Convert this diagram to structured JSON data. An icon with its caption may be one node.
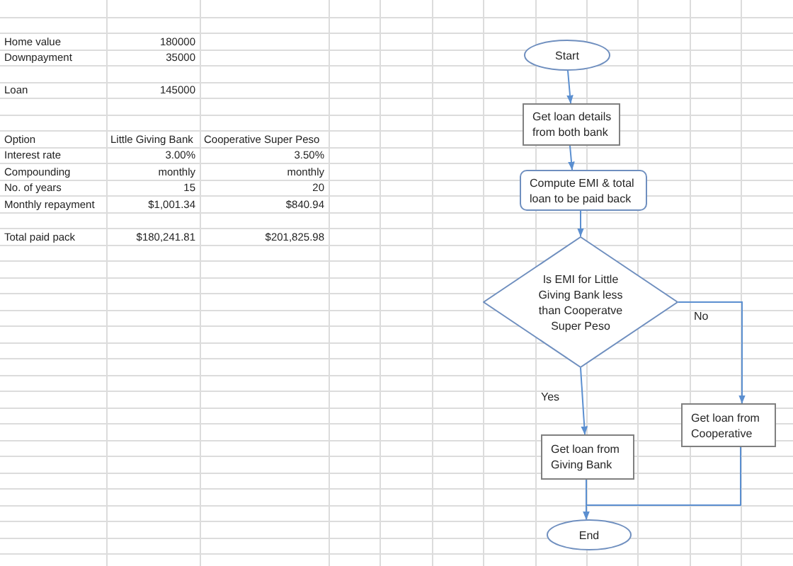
{
  "diagram": {
    "nodes": [
      {
        "text": [
          "Start"
        ]
      },
      {
        "text": [
          "Get loan details from both bank"
        ]
      },
      {
        "text": [
          "Compute EMI & total loan to be paid back"
        ]
      },
      {
        "text": [
          "Is EMI for Little Giving Bank less than Cooperatve Super Peso"
        ]
      },
      {
        "text": [
          "Get loan from Cooperative"
        ]
      },
      {
        "text": [
          "Get loan from Giving Bank"
        ]
      },
      {
        "text": [
          "End"
        ]
      }
    ],
    "edges": [
      {
        "from": 0,
        "to": 1,
        "arrow": "to"
      },
      {
        "from": 1,
        "to": 2,
        "arrow": "to"
      },
      {
        "from": 2,
        "to": 3,
        "arrow": "to"
      },
      {
        "from": 3,
        "to": 4,
        "arrow": "to",
        "label": "No"
      },
      {
        "from": 3,
        "to": 5,
        "arrow": "to",
        "label": "Yes"
      },
      {
        "from": 5,
        "to": 6,
        "arrow": "to"
      },
      {
        "from": 4,
        "to": 6,
        "arrow": "to"
      }
    ],
    "labels": [
      "Home value",
      "180000",
      "Downpayment",
      "35000",
      "Loan",
      "145000",
      "Option",
      "Little Giving Bank",
      "Cooperative Super Peso",
      "Interest rate",
      "3.00%",
      "3.50%",
      "Compounding",
      "monthly",
      "monthly",
      "No. of years",
      "15",
      "20",
      "Monthly repayment",
      "$1,001.34",
      "$840.94",
      "Total paid pack",
      "$180,241.81",
      "$201,825.98"
    ]
  }
}
